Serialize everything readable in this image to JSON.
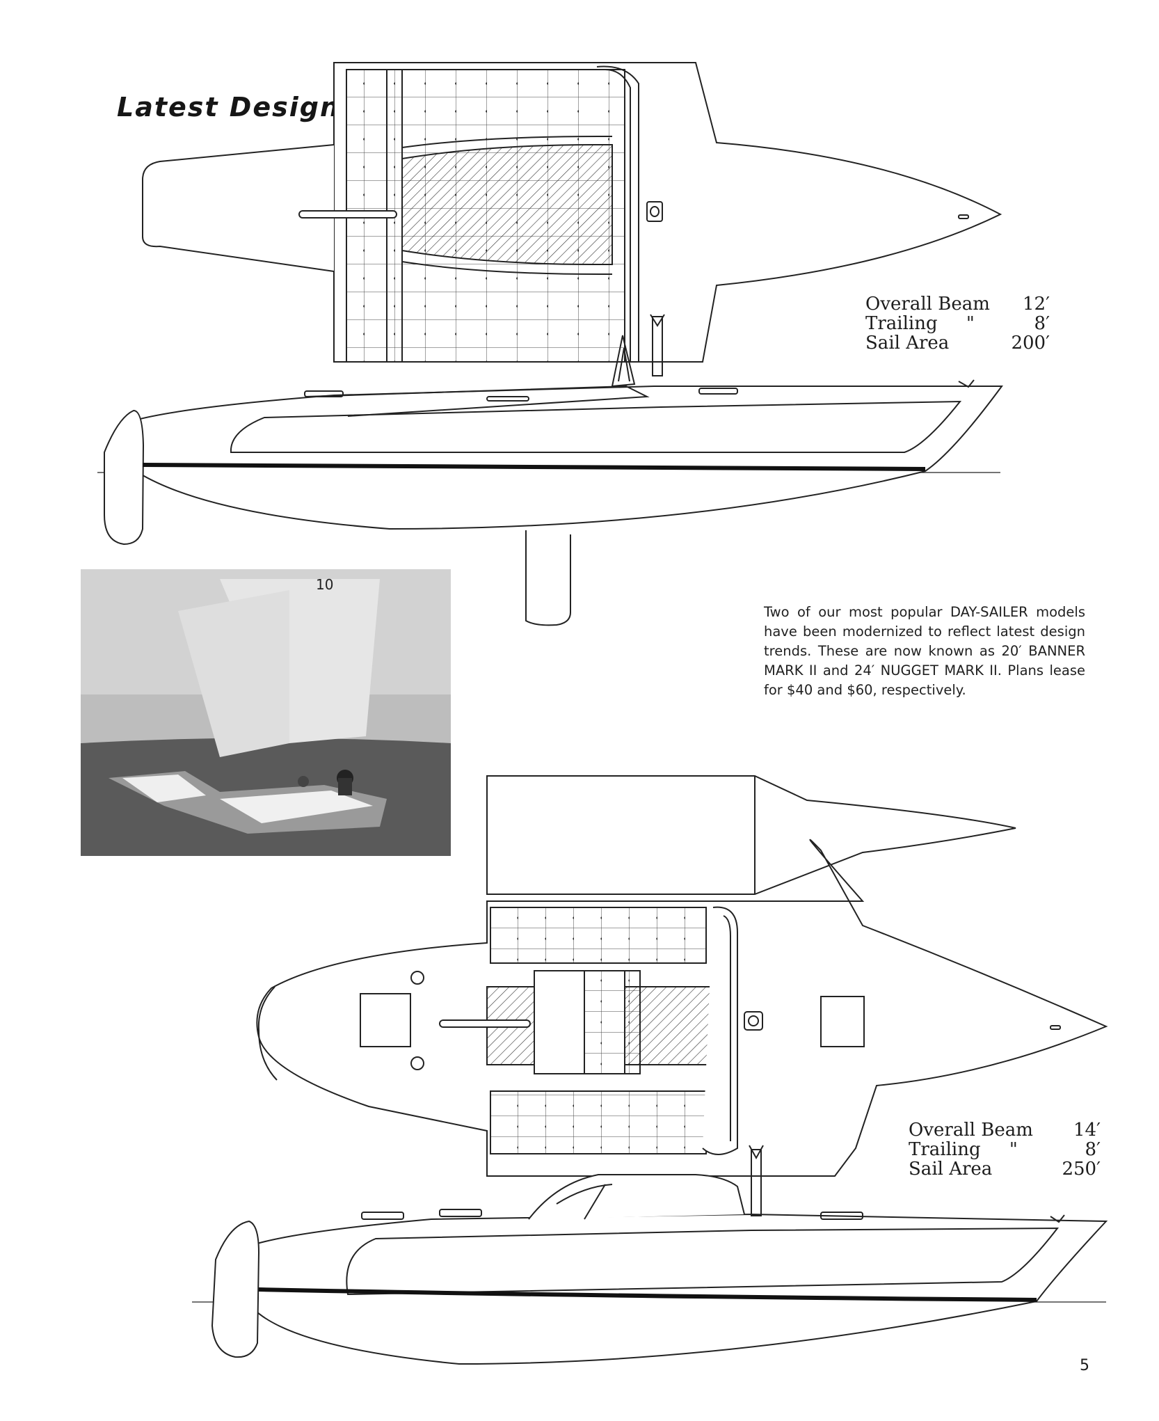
{
  "heading": "Latest Designs",
  "boat1_specs": [
    {
      "label": "Overall Beam",
      "value": "12′"
    },
    {
      "label": "Trailing     \"",
      "value": "8′"
    },
    {
      "label": "Sail Area",
      "value": "200′"
    }
  ],
  "boat2_specs": [
    {
      "label": "Overall Beam",
      "value": "14′"
    },
    {
      "label": "Trailing     \"",
      "value": "8′"
    },
    {
      "label": "Sail Area",
      "value": "250′"
    }
  ],
  "intro_text": "Two of our most popular DAY-SAILER models have been modernized to reflect latest design trends. These are now known as 20′ BANNER MARK II and 24′ NUGGET MARK II. Plans lease for $40 and $60, respectively.",
  "photo": {
    "sail_number": "10"
  },
  "page_number": "5"
}
